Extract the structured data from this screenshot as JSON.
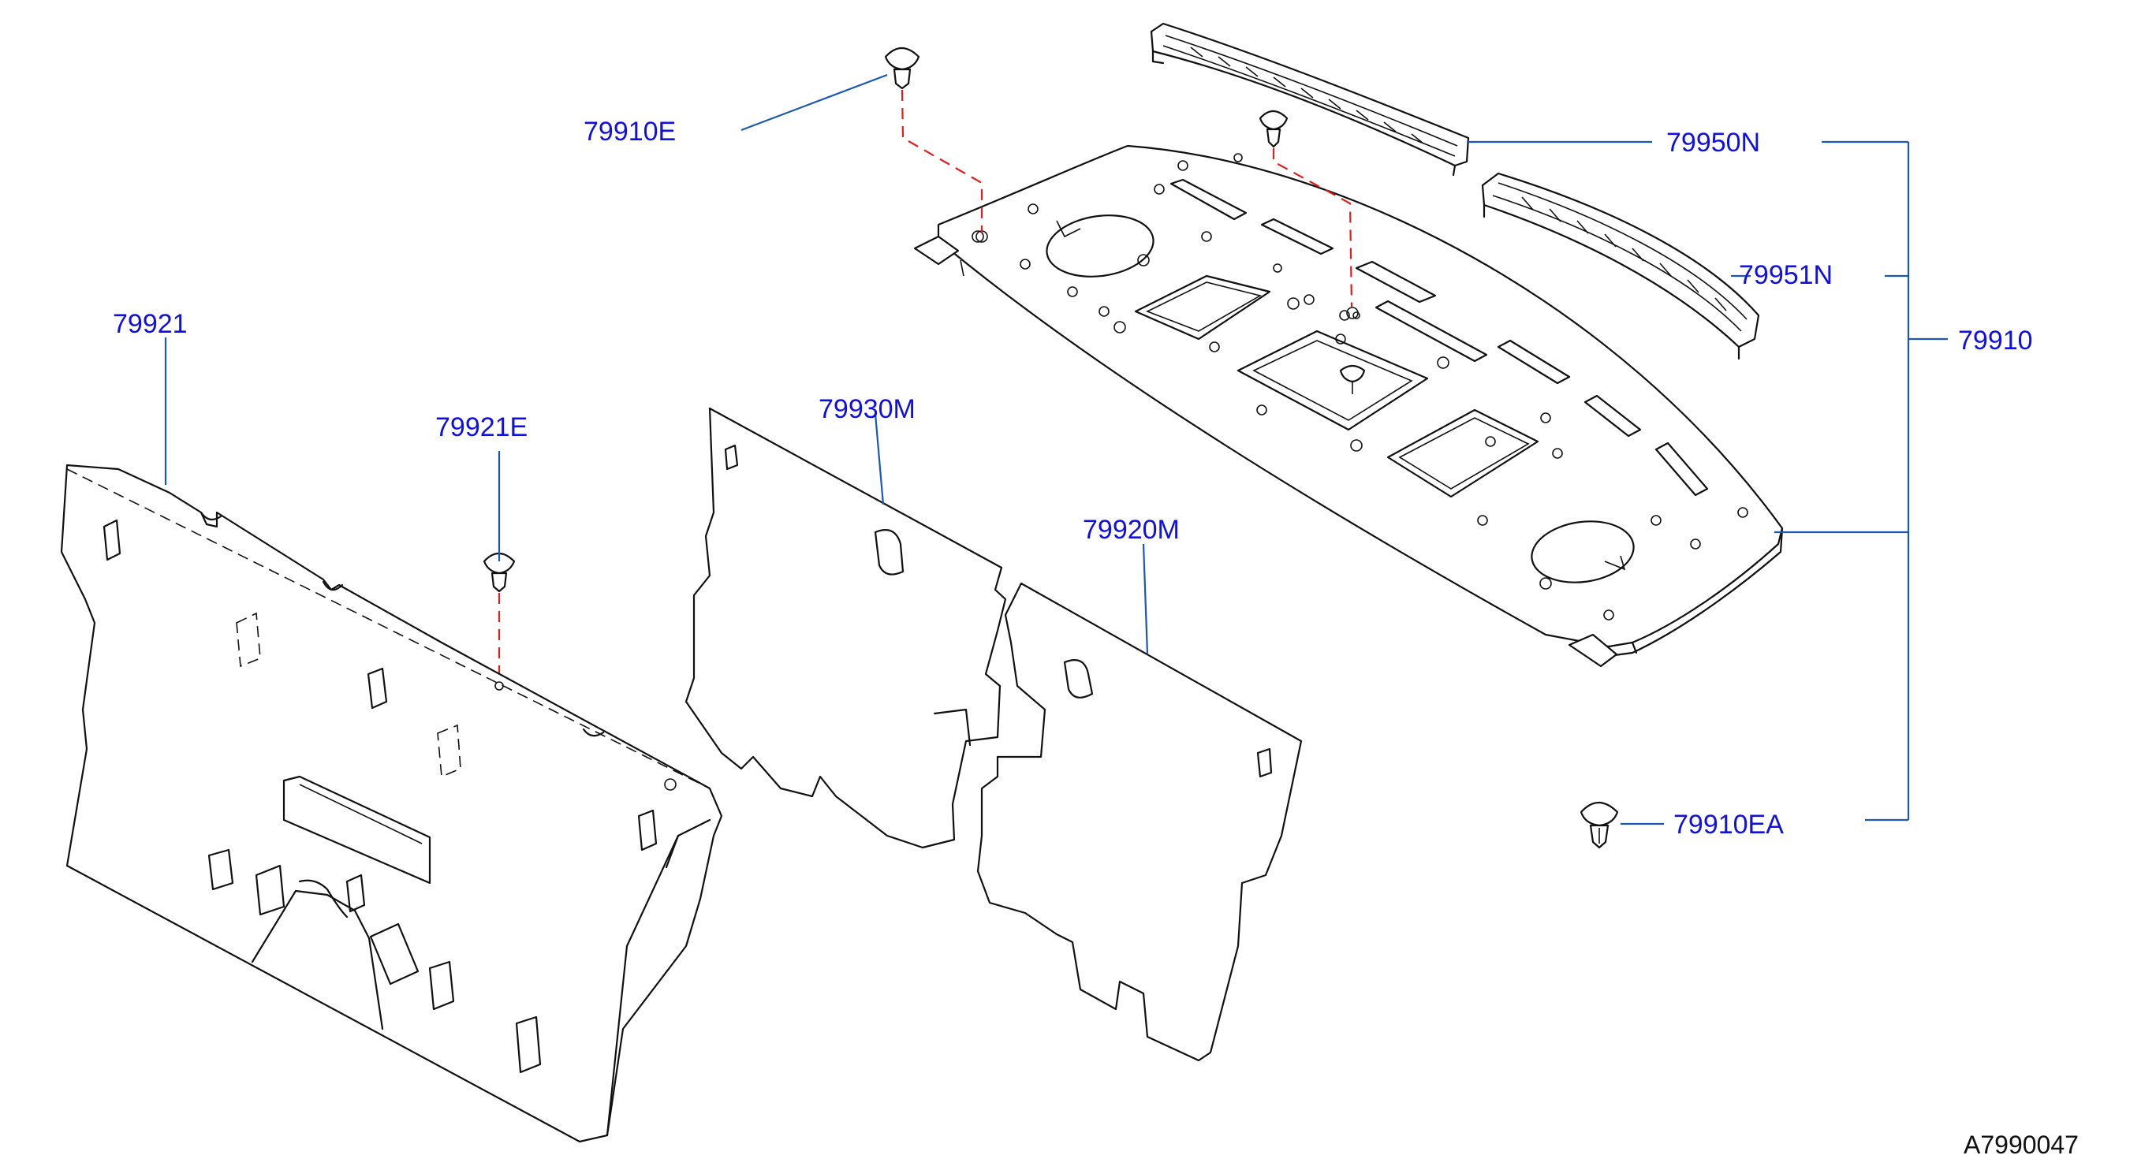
{
  "diagram_id": "A7990047",
  "callouts": {
    "c79910E": "79910E",
    "c79950N": "79950N",
    "c79951N": "79951N",
    "c79910": "79910",
    "c79921": "79921",
    "c79921E": "79921E",
    "c79930M": "79930M",
    "c79920M": "79920M",
    "c79910EA": "79910EA"
  },
  "colors": {
    "callout_text": "#1010e0",
    "leader_line": "#1b56b8",
    "clip_path": "#e01e1e",
    "part_outline": "#111111"
  }
}
